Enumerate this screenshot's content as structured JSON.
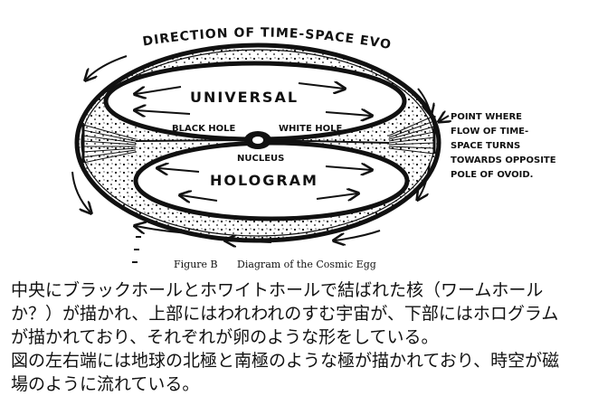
{
  "diagram": {
    "title_arc": "DIRECTION OF TIME-SPACE EVOLVING",
    "upper_label": "UNIVERSAL",
    "lower_label": "HOLOGRAM",
    "black_hole": "BLACK HOLE",
    "white_hole": "WHITE HOLE",
    "nucleus": "NUCLEUS",
    "note": [
      "POINT WHERE",
      "FLOW OF TIME-",
      "SPACE TURNS",
      "TOWARDS OPPOSITE",
      "POLE OF OVOID."
    ],
    "figure_label": "Figure B",
    "figure_title": "Diagram of the Cosmic Egg"
  },
  "caption": {
    "lines": [
      "中央にブラックホールとホワイトホールで結ばれた核（ワームホール",
      "か？）が描かれ、上部にはわれわれのすむ宇宙が、下部にはホログラム",
      "が描かれており、それぞれが卵のような形をしている。",
      "図の左右端には地球の北極と南極のような極が描かれており、時空が磁",
      "場のように流れている。"
    ]
  }
}
